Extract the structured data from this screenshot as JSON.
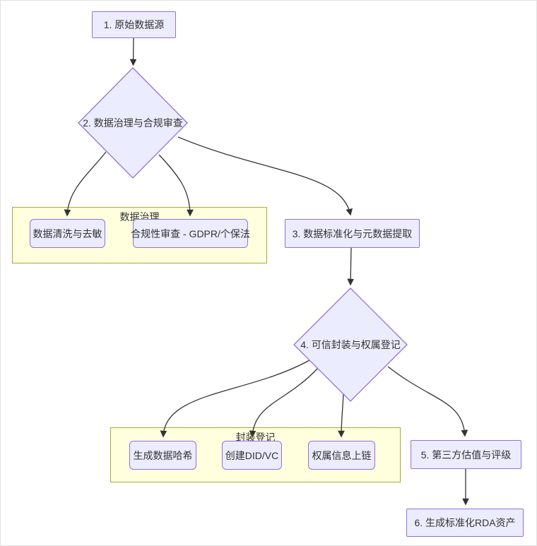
{
  "diagram": {
    "type": "flowchart",
    "direction": "top-down",
    "nodes": {
      "n1": {
        "label": "1. 原始数据源",
        "shape": "rect"
      },
      "n2": {
        "label": "2. 数据治理与合规审查",
        "shape": "diamond"
      },
      "n3": {
        "label": "3. 数据标准化与元数据提取",
        "shape": "rect"
      },
      "n4": {
        "label": "4. 可信封装与权属登记",
        "shape": "diamond"
      },
      "n5": {
        "label": "5. 第三方估值与评级",
        "shape": "rect"
      },
      "n6": {
        "label": "6. 生成标准化RDA资产",
        "shape": "rect"
      },
      "clean": {
        "label": "数据清洗与去敏",
        "shape": "rounded"
      },
      "compliance": {
        "label": "合规性审查 - GDPR/个保法",
        "shape": "rounded"
      },
      "hash": {
        "label": "生成数据哈希",
        "shape": "rounded"
      },
      "did": {
        "label": "创建DID/VC",
        "shape": "rounded"
      },
      "chain": {
        "label": "权属信息上链",
        "shape": "rounded"
      }
    },
    "subgraphs": {
      "governance": {
        "title": "数据治理",
        "children": [
          "clean",
          "compliance"
        ]
      },
      "registration": {
        "title": "封装登记",
        "children": [
          "hash",
          "did",
          "chain"
        ]
      }
    },
    "edges": [
      {
        "from": "n1",
        "to": "n2"
      },
      {
        "from": "n2",
        "to": "clean"
      },
      {
        "from": "n2",
        "to": "compliance"
      },
      {
        "from": "n2",
        "to": "n3"
      },
      {
        "from": "n3",
        "to": "n4"
      },
      {
        "from": "n4",
        "to": "hash"
      },
      {
        "from": "n4",
        "to": "did"
      },
      {
        "from": "n4",
        "to": "chain"
      },
      {
        "from": "n4",
        "to": "n5"
      },
      {
        "from": "n5",
        "to": "n6"
      }
    ],
    "colors": {
      "node_fill": "#ECECFF",
      "node_border": "#9370DB",
      "subgraph_fill": "#FFFFDE",
      "subgraph_border": "#AAAA33",
      "edge": "#333333",
      "text": "#333333",
      "background": "#FFFFFF"
    }
  }
}
